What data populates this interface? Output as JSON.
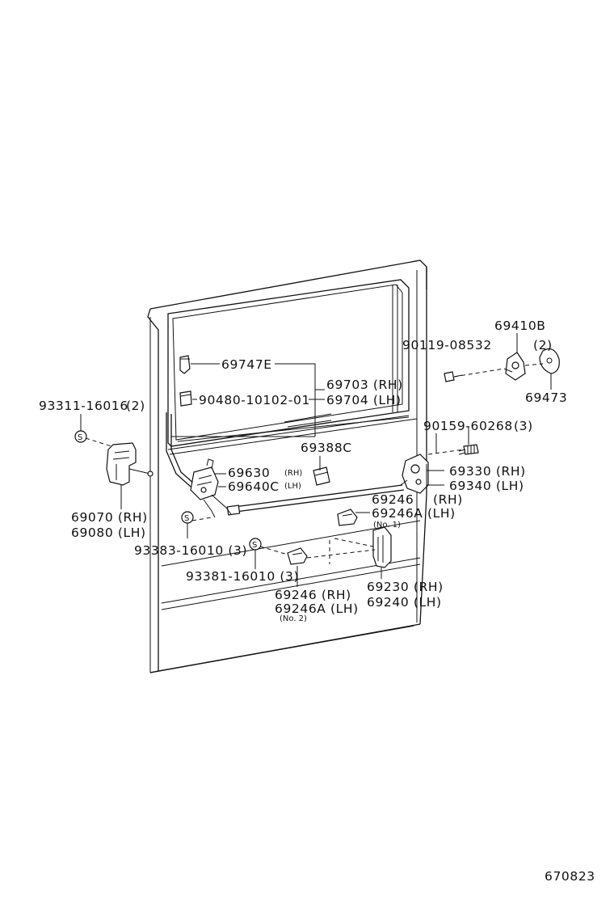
{
  "labels": {
    "p69410B": "69410B",
    "p90119": "90119-08532",
    "p90119_qty": "(2)",
    "p69747E": "69747E",
    "p69703": "69703 (RH)",
    "p69704": "69704 (LH)",
    "p69473": "69473",
    "p93311": "93311-16016",
    "p93311_qty": "(2)",
    "p90480": "90480-10102-01",
    "p90159": "90159-60268",
    "p90159_qty": "(3)",
    "p69388C": "69388C",
    "p69630": "69630",
    "p69630_side": "(RH)",
    "p69640C": "69640C",
    "p69640C_side": "(LH)",
    "p69330": "69330 (RH)",
    "p69340": "69340 (LH)",
    "p69246_no1": "69246",
    "p69246_no1_side": "(RH)",
    "p69246A_no1": "69246A (LH)",
    "no1": "(No. 1)",
    "p69070": "69070 (RH)",
    "p69080": "69080 (LH)",
    "p93383": "93383-16010 (3)",
    "p93381": "93381-16010 (3)",
    "p69230": "69230 (RH)",
    "p69240": "69240 (LH)",
    "p69246_no2": "69246    (RH)",
    "p69246A_no2": "69246A (LH)",
    "no2": "(No. 2)",
    "s_mark": "S",
    "diagram_id": "670823"
  }
}
